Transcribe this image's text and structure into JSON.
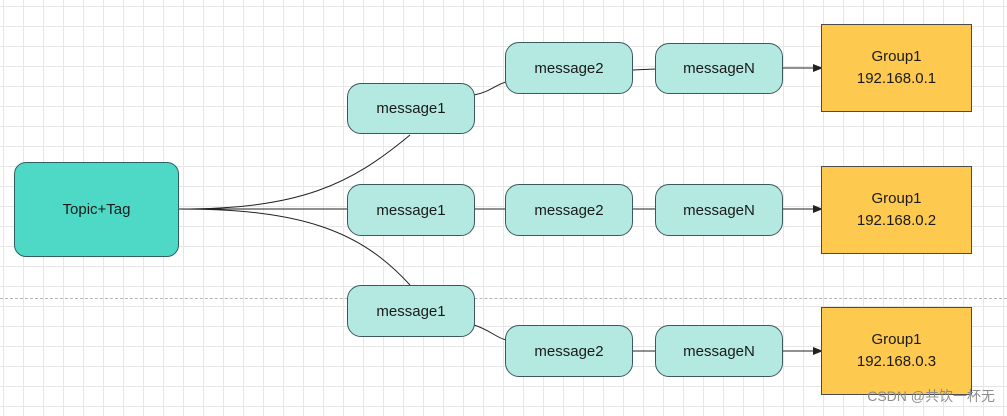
{
  "source": {
    "label": "Topic+Tag"
  },
  "lanes": [
    {
      "message1": "message1",
      "message2": "message2",
      "messageN": "messageN",
      "group": {
        "name": "Group1",
        "ip": "192.168.0.1"
      }
    },
    {
      "message1": "message1",
      "message2": "message2",
      "messageN": "messageN",
      "group": {
        "name": "Group1",
        "ip": "192.168.0.2"
      }
    },
    {
      "message1": "message1",
      "message2": "message2",
      "messageN": "messageN",
      "group": {
        "name": "Group1",
        "ip": "192.168.0.3"
      }
    }
  ],
  "watermark": "CSDN @共饮一杯无",
  "colors": {
    "source_fill": "#4dd9c6",
    "message_fill": "#b4e9e1",
    "group_fill": "#fdc94e",
    "edge": "#222222"
  }
}
